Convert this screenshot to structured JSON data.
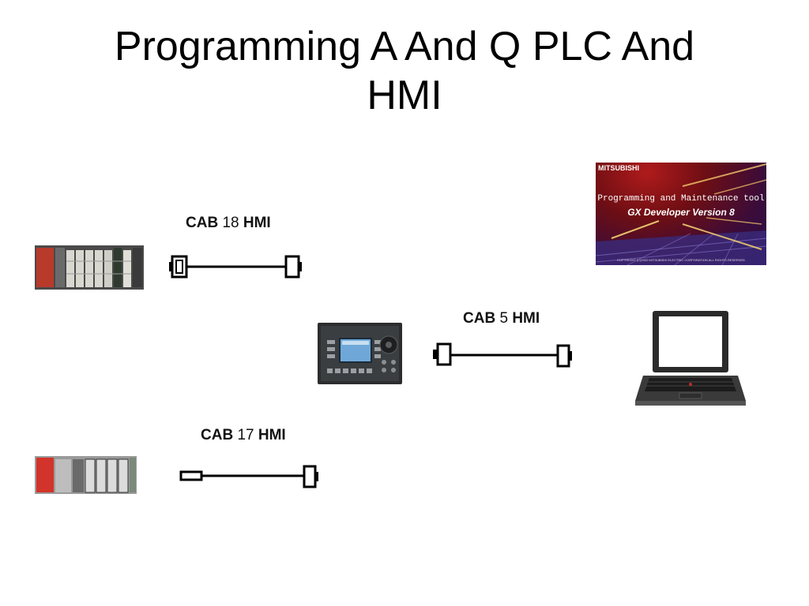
{
  "title": {
    "line1": "Programming A And Q PLC And",
    "line2": "HMI"
  },
  "cables": [
    {
      "label_bold_1": "CAB",
      "label_num": "18",
      "label_bold_2": "HMI"
    },
    {
      "label_bold_1": "CAB",
      "label_num": "5",
      "label_bold_2": "HMI"
    },
    {
      "label_bold_1": "CAB",
      "label_num": "17",
      "label_bold_2": "HMI"
    }
  ],
  "software_splash": {
    "brand": "MITSUBISHI",
    "line1": "Programming and Maintenance tool",
    "line2": "GX Developer Version 8",
    "copyright": "COPYRIGHT (C)2002 MITSUBISHI ELECTRIC CORPORATION ALL RIGHTS RESERVED"
  },
  "icons": [
    "a-series-plc-icon",
    "q-series-plc-icon",
    "hmi-panel-icon",
    "laptop-icon"
  ]
}
